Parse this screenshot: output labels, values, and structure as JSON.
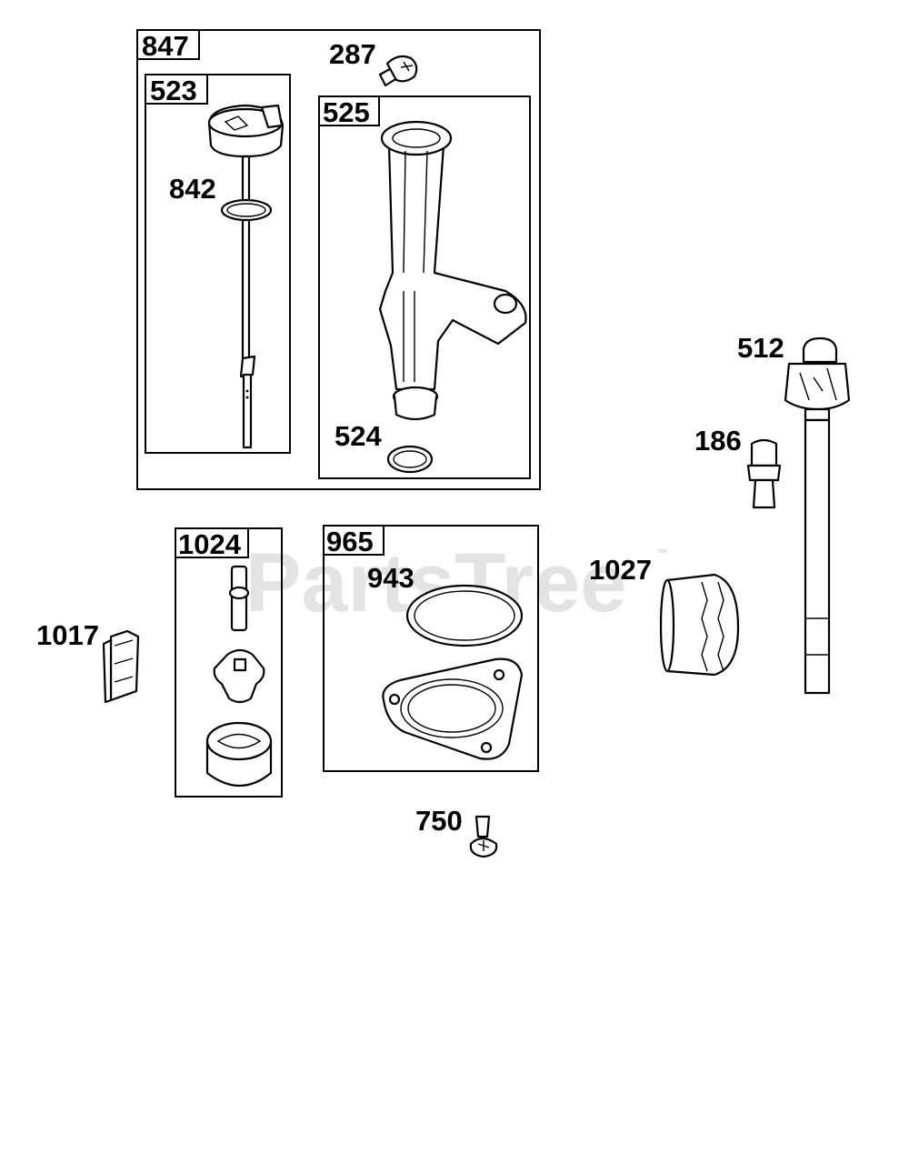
{
  "watermark": "PartsTree",
  "watermark_tm": "™",
  "labels": {
    "p847": "847",
    "p523": "523",
    "p842": "842",
    "p287": "287",
    "p525": "525",
    "p524": "524",
    "p512": "512",
    "p186": "186",
    "p1024": "1024",
    "p965": "965",
    "p943": "943",
    "p1027": "1027",
    "p1017": "1017",
    "p750": "750"
  }
}
